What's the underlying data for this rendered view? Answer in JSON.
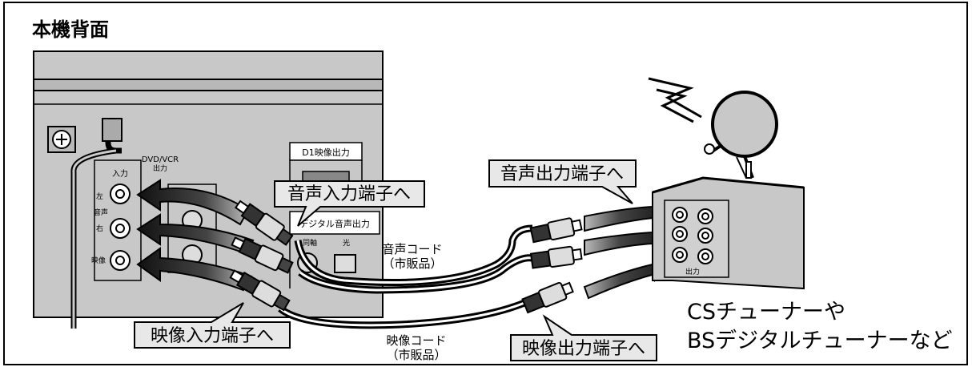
{
  "title": "本機背面",
  "labels": {
    "audio_in": "音声入力端子へ",
    "audio_out": "音声出力端子へ",
    "video_in": "映像入力端子へ",
    "video_out": "映像出力端子へ"
  },
  "cords": {
    "audio_cord": "音声コード",
    "audio_cord_note": "（市販品）",
    "video_cord": "映像コード",
    "video_cord_note": "（市販品）"
  },
  "device_text": {
    "dvd_vcr": "DVD/VCR",
    "shutsuryoku": "出力",
    "nyuryoku": "入力",
    "left": "左",
    "onsei": "音声",
    "right": "右",
    "eizou": "映像",
    "d1_out": "D1映像出力",
    "digital_audio_out": "デジタル音声出力",
    "coax": "同軸",
    "optical": "光",
    "tuner_out": "出力"
  },
  "tuner": {
    "line1": "CSチューナーや",
    "line2": "BSデジタルチューナーなど"
  },
  "colors": {
    "panel": "#c8c8c8",
    "panel_dark": "#b0b0b0",
    "stroke": "#000000",
    "label_bg": "#e8e8e8"
  }
}
